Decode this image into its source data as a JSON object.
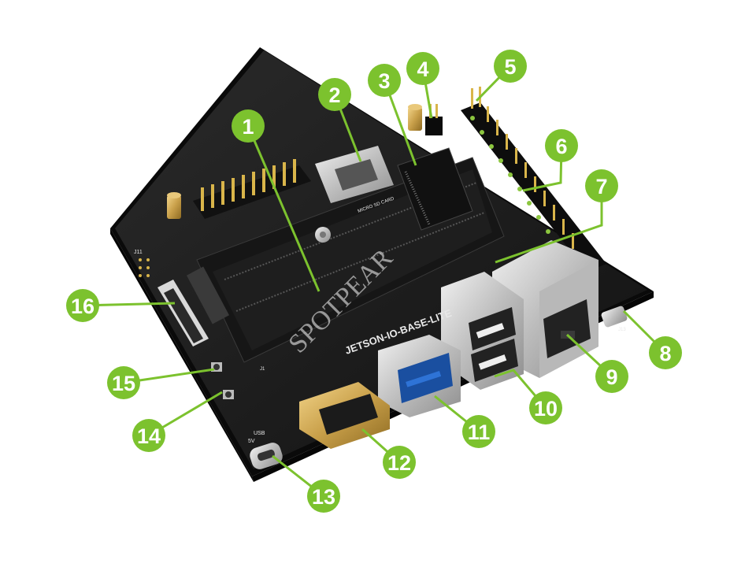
{
  "board": {
    "silkscreen_main": "JETSON-IO-BASE-LITE",
    "silkscreen_sd": "MICRO SD CARD",
    "silkscreen_usb": "USB",
    "silkscreen_5v": "5V",
    "silkscreen_j11": "J11",
    "silkscreen_j1": "J1",
    "silkscreen_j13": "J13",
    "watermark": "SPOTPEAR"
  },
  "callouts": {
    "accent_color": "#7cc22e",
    "line_color": "#7cc22e",
    "items": [
      "1",
      "2",
      "3",
      "4",
      "5",
      "6",
      "7",
      "8",
      "9",
      "10",
      "11",
      "12",
      "13",
      "14",
      "15",
      "16"
    ]
  }
}
